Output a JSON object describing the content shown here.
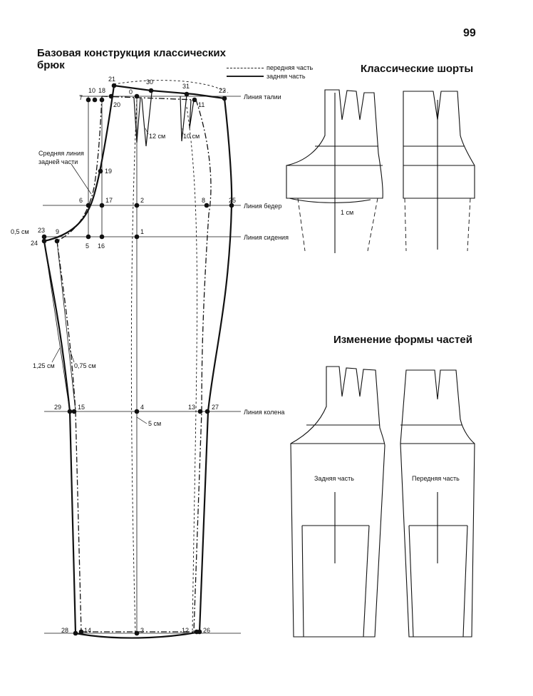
{
  "page_number": "99",
  "titles": {
    "main_line1": "Базовая конструкция классических",
    "main_line2": "брюк",
    "shorts": "Классические шорты",
    "change": "Изменение формы частей"
  },
  "legend": {
    "front": "передняя часть",
    "back": "задняя часть"
  },
  "line_labels": {
    "waist": "Линия талии",
    "hips": "Линия бедер",
    "seat": "Линия сидения",
    "knee": "Линия колена"
  },
  "annotations": {
    "back_middle_line1": "Средняя линия",
    "back_middle_line2": "задней части",
    "dart_12": "12 см",
    "dart_10": "10 см",
    "offset_05": "0,5 см",
    "offset_125": "1,25 см",
    "offset_075": "0,75 см",
    "offset_5": "5 см",
    "offset_1": "1 см"
  },
  "points": {
    "p0": "0",
    "p1": "1",
    "p2": "2",
    "p3": "3",
    "p4": "4",
    "p5": "5",
    "p6": "6",
    "p7": "7",
    "p8": "8",
    "p9": "9",
    "p10": "10",
    "p11": "11",
    "p12": "12",
    "p13": "13",
    "p14": "14",
    "p15": "15",
    "p16": "16",
    "p17": "17",
    "p18": "18",
    "p19": "19",
    "p20": "20",
    "p21": "21",
    "p22": "22",
    "p23": "23",
    "p24": "24",
    "p25": "25",
    "p26": "26",
    "p27": "27",
    "p28": "28",
    "p29": "29",
    "p30": "30",
    "p31": "31"
  },
  "piece_labels": {
    "back": "Задняя часть",
    "front": "Передняя часть"
  },
  "colors": {
    "ink": "#111111",
    "paper": "#ffffff"
  }
}
